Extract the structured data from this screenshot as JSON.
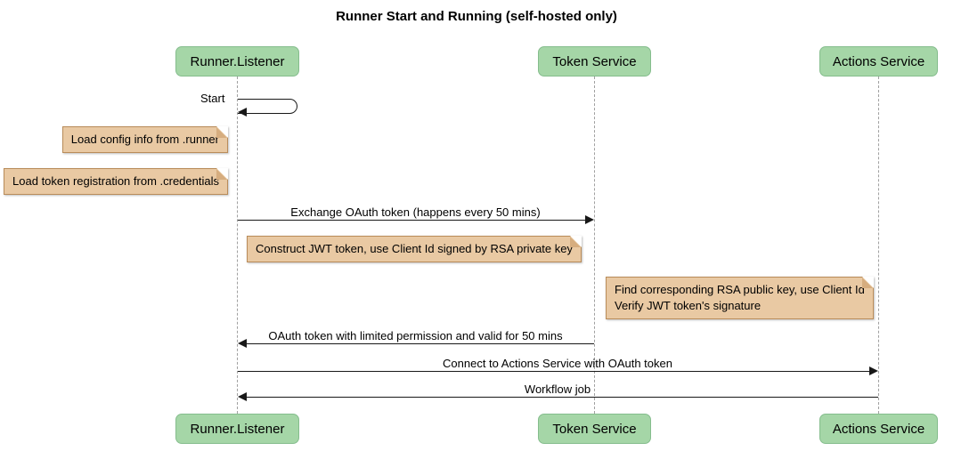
{
  "title": "Runner Start and Running (self-hosted only)",
  "participants": [
    {
      "name": "Runner.Listener"
    },
    {
      "name": "Token Service"
    },
    {
      "name": "Actions Service"
    }
  ],
  "messages": {
    "start": {
      "label": "Start",
      "from": "Runner.Listener",
      "to": "Runner.Listener"
    },
    "exchange": {
      "label": "Exchange OAuth token (happens every 50 mins)",
      "from": "Runner.Listener",
      "to": "Token Service"
    },
    "oauth_return": {
      "label": "OAuth token with limited permission and valid for 50 mins",
      "from": "Token Service",
      "to": "Runner.Listener"
    },
    "connect": {
      "label": "Connect to Actions Service with OAuth token",
      "from": "Runner.Listener",
      "to": "Actions Service"
    },
    "workflow": {
      "label": "Workflow job",
      "from": "Actions Service",
      "to": "Runner.Listener"
    }
  },
  "notes": [
    {
      "text": "Load config info from .runner"
    },
    {
      "text": "Load token registration from .credentials"
    },
    {
      "text": "Construct JWT token, use Client Id signed by RSA private key"
    },
    {
      "text": "Find corresponding RSA public key, use Client Id\nVerify JWT token's signature"
    }
  ],
  "colors": {
    "participant_fill": "#a5d6a7",
    "participant_border": "#85bd8d",
    "note_fill": "#e9c9a3",
    "note_border": "#b98c5a",
    "lifeline": "#a0a0a0",
    "arrow": "#181818",
    "background": "#ffffff"
  }
}
